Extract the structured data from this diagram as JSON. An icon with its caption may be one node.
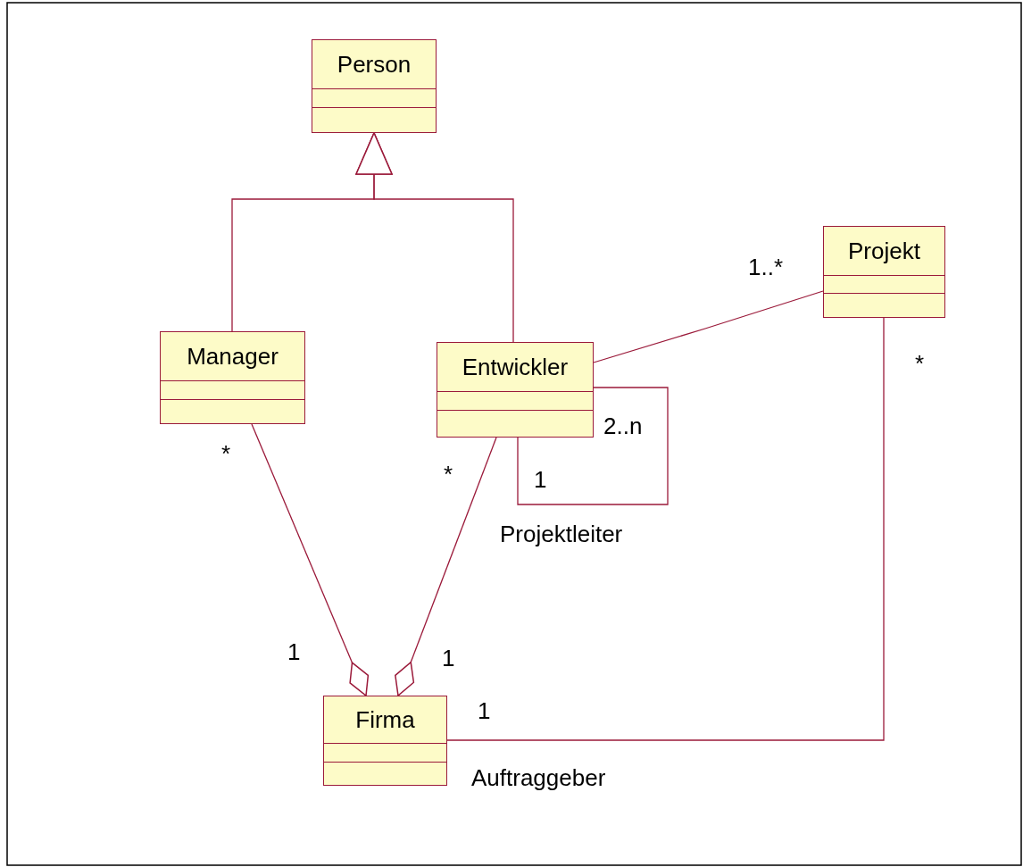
{
  "diagram": {
    "nodes": [
      {
        "text": [
          "Person"
        ]
      },
      {
        "text": [
          "Manager"
        ]
      },
      {
        "text": [
          "Entwickler"
        ]
      },
      {
        "text": [
          "Projekt"
        ]
      },
      {
        "text": [
          "Firma"
        ]
      }
    ],
    "edges": [
      {
        "from": 1,
        "to": 0,
        "arrow": "to"
      },
      {
        "from": 2,
        "to": 0,
        "arrow": "to"
      },
      {
        "from": 1,
        "to": 4,
        "arrow": "other"
      },
      {
        "from": 2,
        "to": 4,
        "arrow": "other"
      },
      {
        "from": 2,
        "to": 3,
        "arrow": "none"
      },
      {
        "from": 2,
        "to": 2,
        "arrow": "none",
        "label": "Projektleiter"
      },
      {
        "from": 4,
        "to": 3,
        "arrow": "none",
        "label": "Auftraggeber"
      }
    ],
    "labels": [
      "1..*",
      "*",
      "2..n",
      "*",
      "*",
      "1",
      "1",
      "1",
      "1"
    ]
  }
}
